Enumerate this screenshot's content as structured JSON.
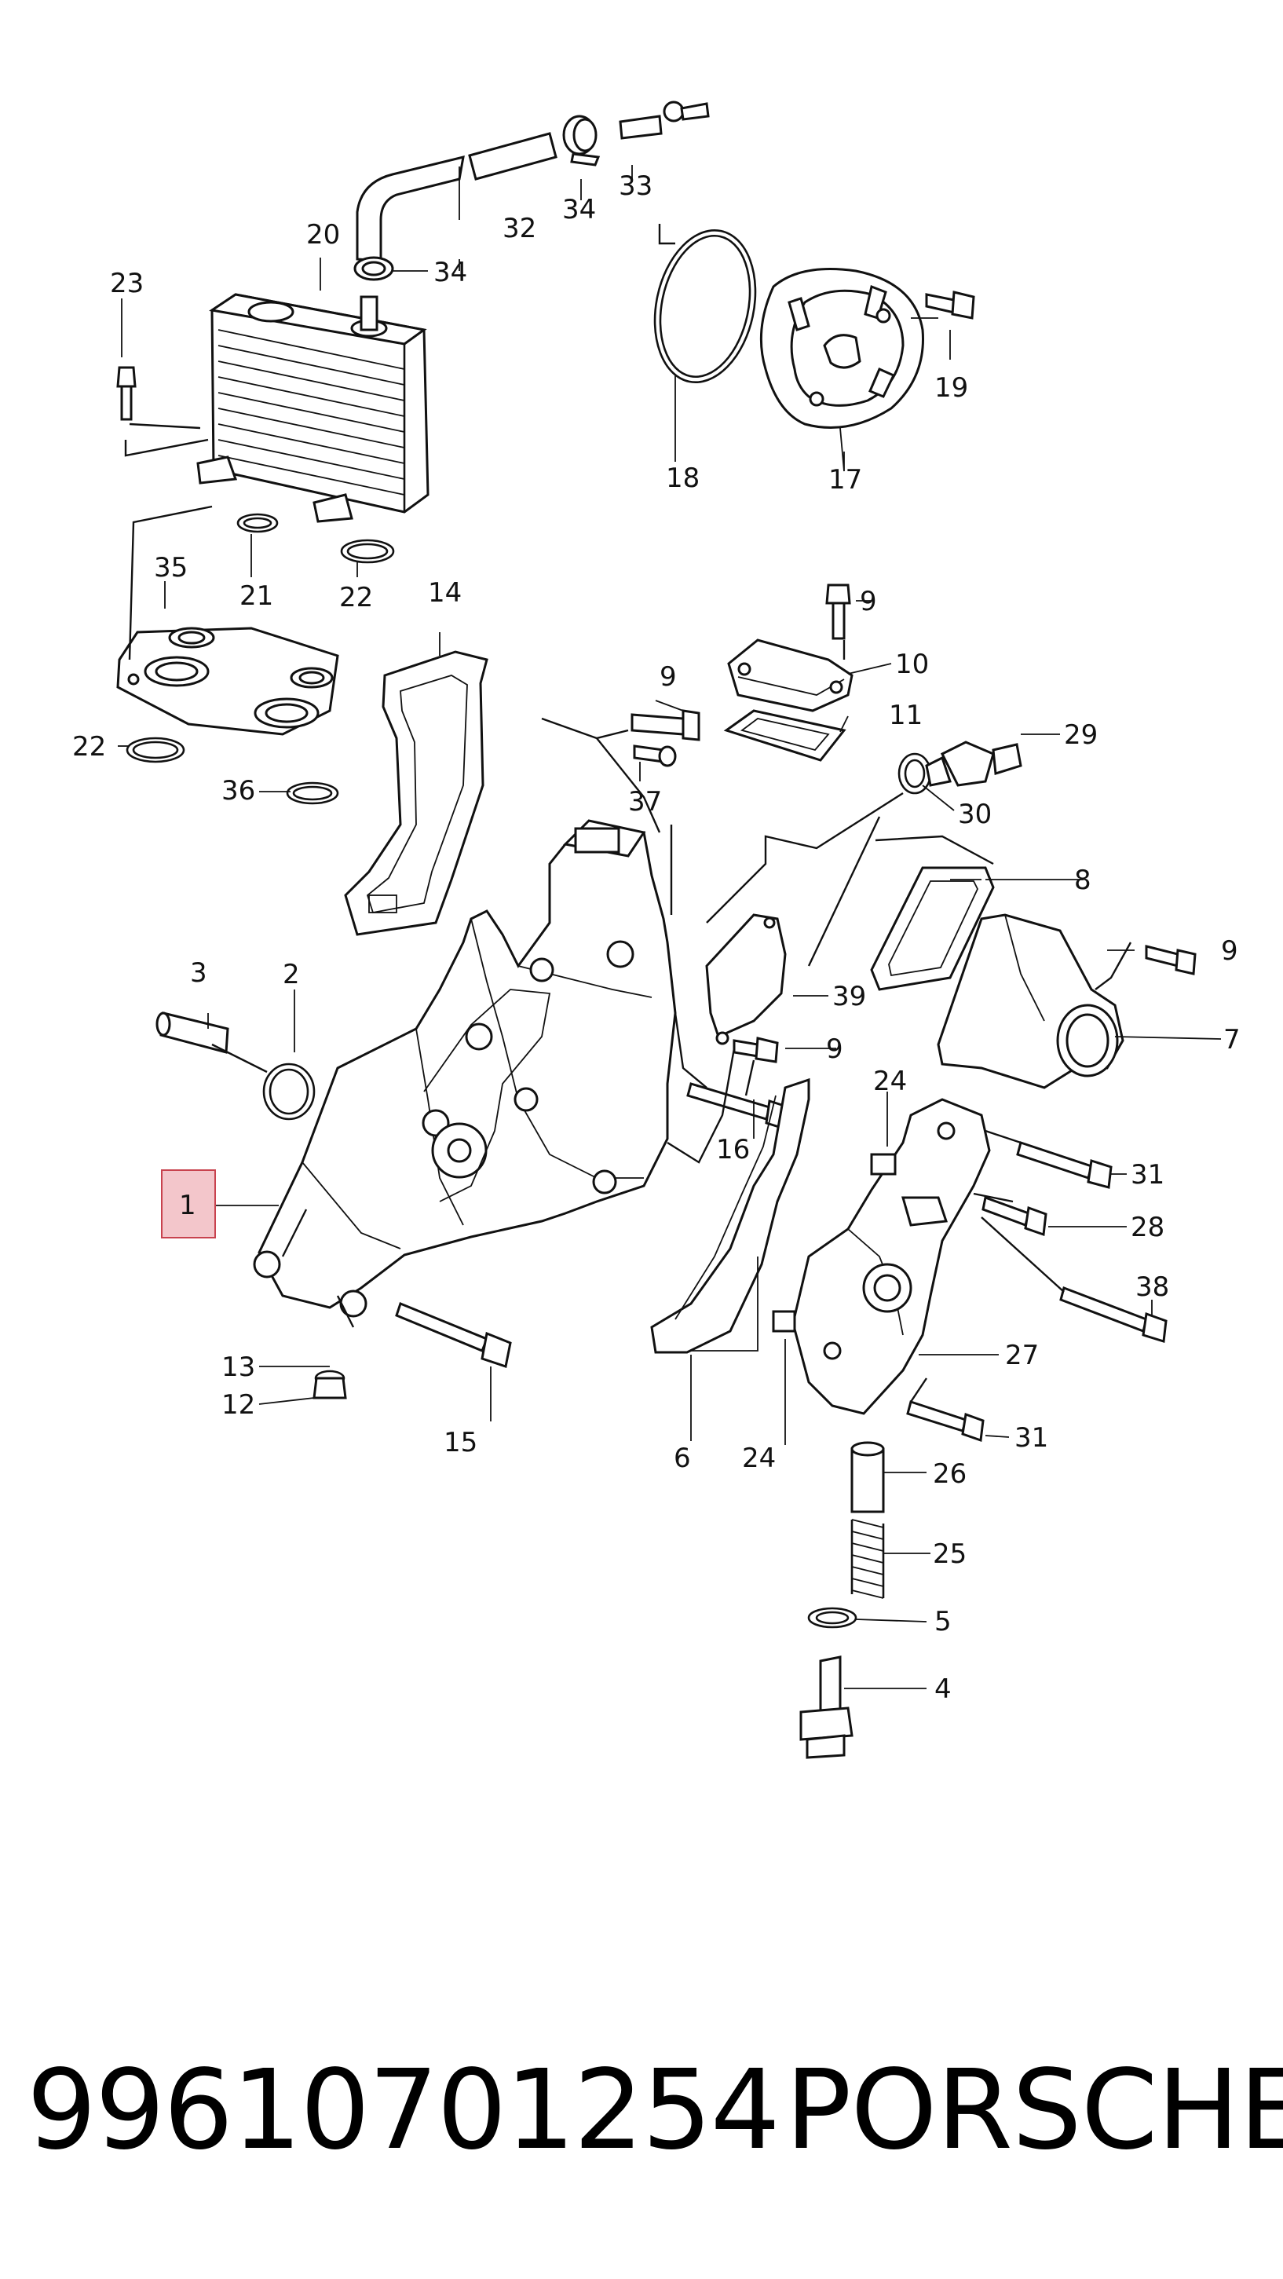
{
  "diagram": {
    "highlight_color": "#f3c6cb",
    "highlight_border": "#c8424e",
    "callouts": [
      "1",
      "2",
      "3",
      "4",
      "5",
      "6",
      "7",
      "8",
      "9",
      "9",
      "9",
      "9",
      "10",
      "11",
      "12",
      "13",
      "14",
      "15",
      "16",
      "17",
      "18",
      "19",
      "20",
      "21",
      "22",
      "22",
      "23",
      "24",
      "24",
      "25",
      "26",
      "27",
      "28",
      "29",
      "30",
      "31",
      "31",
      "32",
      "33",
      "34",
      "34",
      "35",
      "36",
      "37",
      "38",
      "39"
    ]
  },
  "footer": {
    "part_number": "99610701254",
    "brand": "PORSCHE"
  }
}
